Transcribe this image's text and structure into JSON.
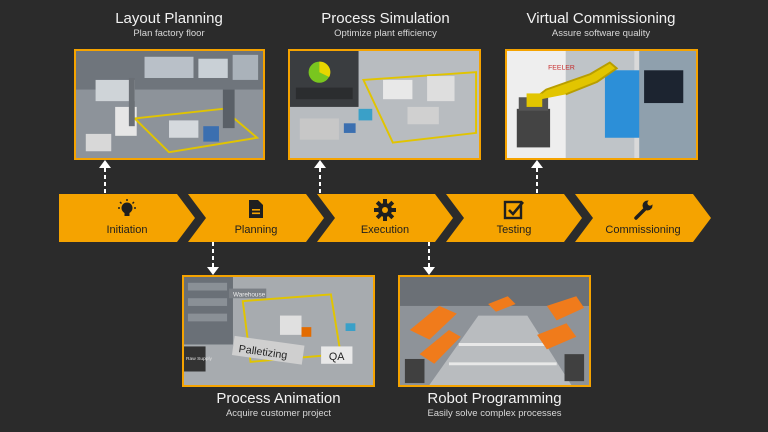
{
  "colors": {
    "accent": "#f5a300",
    "background": "#2b2b2b",
    "label_text": "#1f1f1f"
  },
  "cards": {
    "layout_planning": {
      "title": "Layout Planning",
      "subtitle": "Plan factory floor"
    },
    "process_simulation": {
      "title": "Process Simulation",
      "subtitle": "Optimize plant efficiency"
    },
    "virtual_commissioning": {
      "title": "Virtual Commissioning",
      "subtitle": "Assure software quality"
    },
    "process_animation": {
      "title": "Process Animation",
      "subtitle": "Acquire customer project"
    },
    "robot_programming": {
      "title": "Robot Programming",
      "subtitle": "Easily solve complex processes"
    }
  },
  "screenshot_text": {
    "brand": "FEELER",
    "palletizing": "Palletizing",
    "qa": "QA",
    "warehouse": "Warehouse",
    "raw_supply": "Raw Supply"
  },
  "steps": [
    {
      "label": "Initiation",
      "icon": "lightbulb-icon"
    },
    {
      "label": "Planning",
      "icon": "document-icon"
    },
    {
      "label": "Execution",
      "icon": "gear-icon"
    },
    {
      "label": "Testing",
      "icon": "checkbox-icon"
    },
    {
      "label": "Commissioning",
      "icon": "wrench-icon"
    }
  ]
}
